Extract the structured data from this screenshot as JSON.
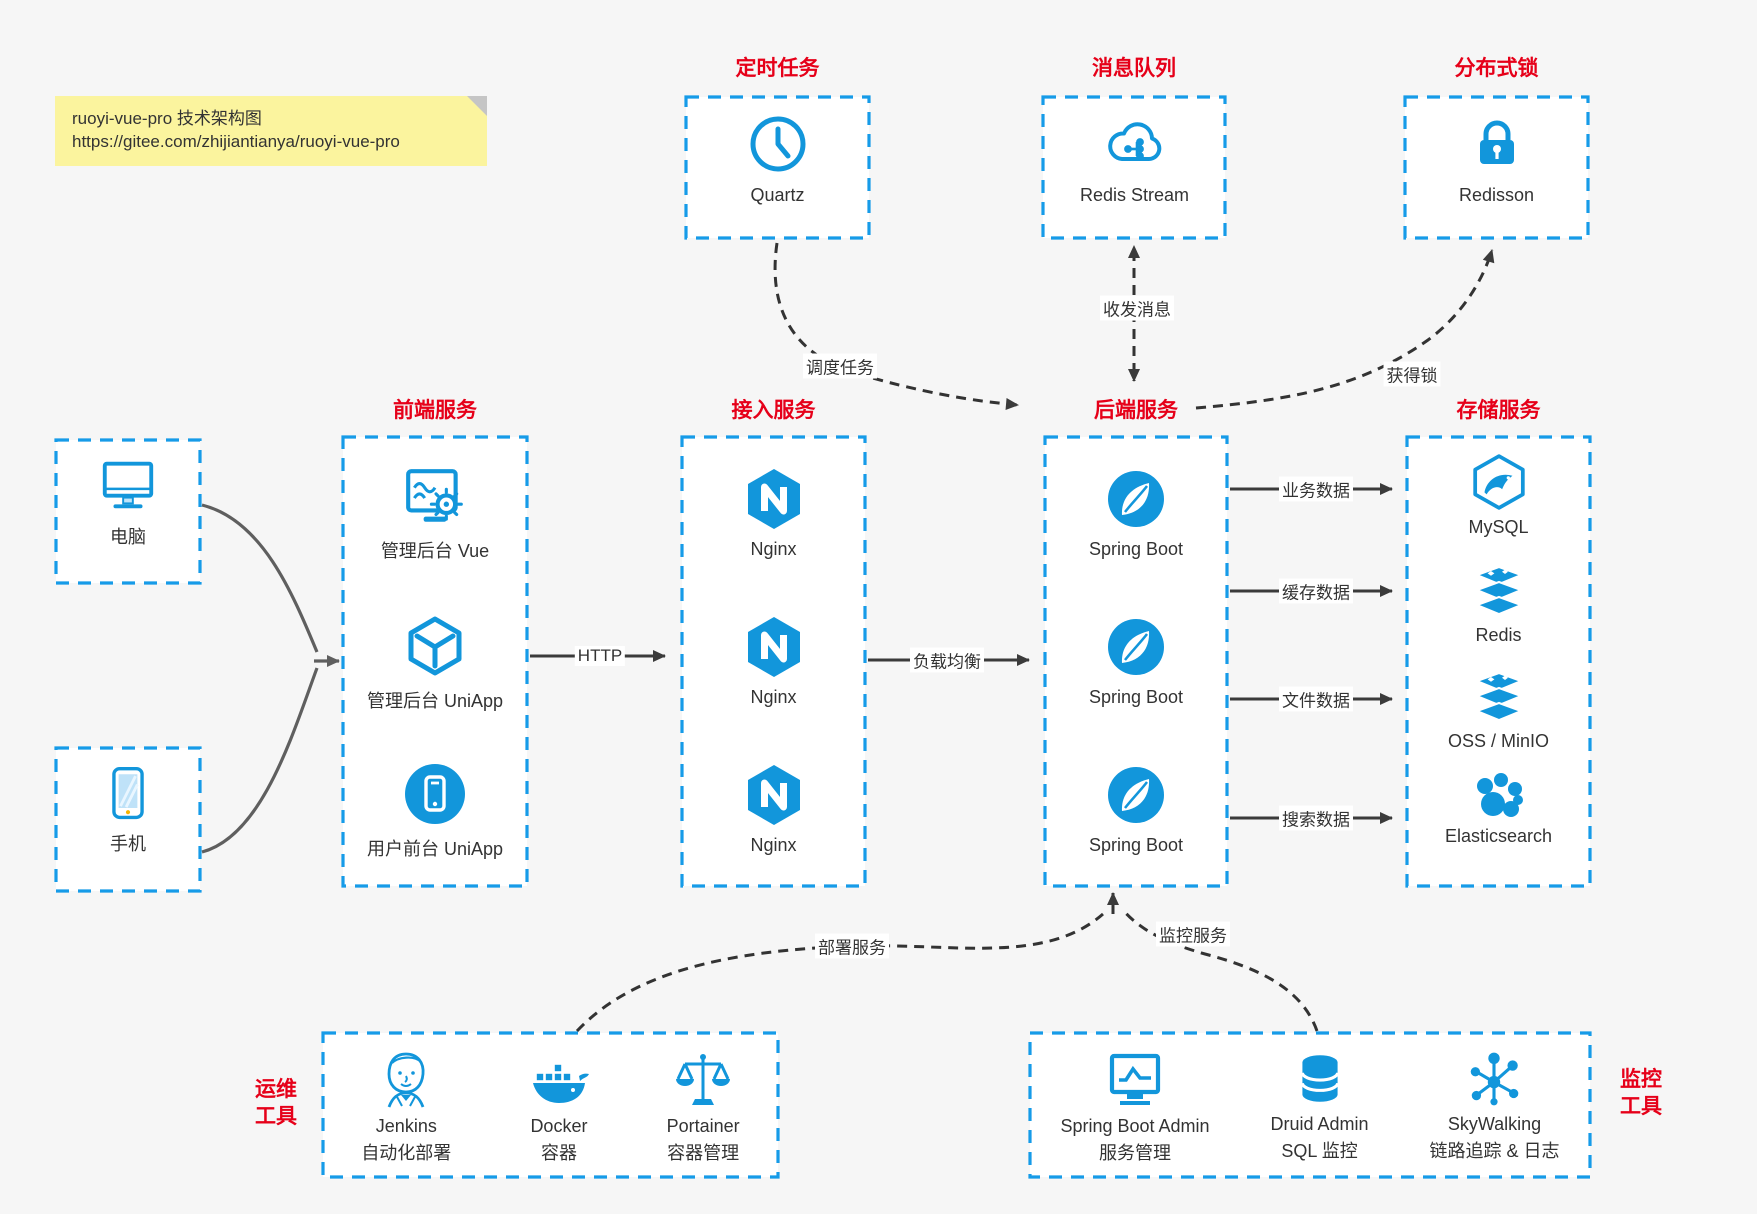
{
  "note": {
    "line1": "ruoyi-vue-pro 技术架构图",
    "line2": "https://gitee.com/zhijiantianya/ruoyi-vue-pro"
  },
  "colors": {
    "background": "#f6f6f6",
    "box_border_blue": "#169be8",
    "icon_blue": "#1296db",
    "title_red": "#e60019",
    "label_text": "#333333",
    "note_yellow": "#fbf49e"
  },
  "top_groups": [
    {
      "title": "定时任务",
      "item": {
        "label": "Quartz",
        "icon": "clock-icon"
      }
    },
    {
      "title": "消息队列",
      "item": {
        "label": "Redis Stream",
        "icon": "cloud-network-icon"
      }
    },
    {
      "title": "分布式锁",
      "item": {
        "label": "Redisson",
        "icon": "lock-icon"
      }
    }
  ],
  "clients": [
    {
      "label": "电脑",
      "icon": "desktop-icon"
    },
    {
      "label": "手机",
      "icon": "smartphone-icon"
    }
  ],
  "columns": [
    {
      "title": "前端服务",
      "items": [
        {
          "label": "管理后台 Vue",
          "icon": "admin-vue-icon"
        },
        {
          "label": "管理后台 UniApp",
          "icon": "cube-icon"
        },
        {
          "label": "用户前台 UniApp",
          "icon": "mobile-app-icon"
        }
      ]
    },
    {
      "title": "接入服务",
      "items": [
        {
          "label": "Nginx",
          "icon": "nginx-icon"
        },
        {
          "label": "Nginx",
          "icon": "nginx-icon"
        },
        {
          "label": "Nginx",
          "icon": "nginx-icon"
        }
      ]
    },
    {
      "title": "后端服务",
      "items": [
        {
          "label": "Spring Boot",
          "icon": "spring-boot-icon"
        },
        {
          "label": "Spring Boot",
          "icon": "spring-boot-icon"
        },
        {
          "label": "Spring Boot",
          "icon": "spring-boot-icon"
        }
      ]
    },
    {
      "title": "存储服务",
      "items": [
        {
          "label": "MySQL",
          "icon": "mysql-icon"
        },
        {
          "label": "Redis",
          "icon": "redis-icon"
        },
        {
          "label": "OSS / MinIO",
          "icon": "oss-icon"
        },
        {
          "label": "Elasticsearch",
          "icon": "elasticsearch-icon"
        }
      ]
    }
  ],
  "edge_labels": {
    "http": "HTTP",
    "load_balance": "负载均衡",
    "schedule": "调度任务",
    "message": "收发消息",
    "lock": "获得锁",
    "business": "业务数据",
    "cache": "缓存数据",
    "file": "文件数据",
    "search": "搜索数据",
    "deploy": "部署服务",
    "monitor": "监控服务"
  },
  "bottom_groups": [
    {
      "title": "运维\n工具",
      "items": [
        {
          "label1": "Jenkins",
          "label2": "自动化部署",
          "icon": "jenkins-icon"
        },
        {
          "label1": "Docker",
          "label2": "容器",
          "icon": "docker-icon"
        },
        {
          "label1": "Portainer",
          "label2": "容器管理",
          "icon": "portainer-icon"
        }
      ]
    },
    {
      "title": "监控\n工具",
      "items": [
        {
          "label1": "Spring Boot Admin",
          "label2": "服务管理",
          "icon": "monitor-chart-icon"
        },
        {
          "label1": "Druid Admin",
          "label2": "SQL 监控",
          "icon": "database-icon"
        },
        {
          "label1": "SkyWalking",
          "label2": "链路追踪 & 日志",
          "icon": "topology-icon"
        }
      ]
    }
  ]
}
